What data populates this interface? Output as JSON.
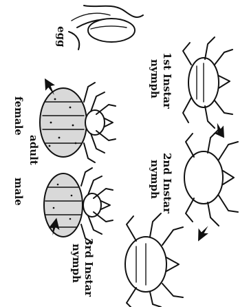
{
  "diagram": {
    "labels": {
      "egg": "egg",
      "first_instar_line1": "1st Instar",
      "first_instar_line2": "nymph",
      "second_instar_line1": "2nd Instar",
      "second_instar_line2": "nymph",
      "third_instar_line1": "3rd Instar",
      "third_instar_line2": "nymph",
      "adult": "adult",
      "female": "female",
      "male": "male"
    },
    "icons": [
      "egg-on-hair",
      "first-instar-nymph",
      "second-instar-nymph",
      "third-instar-nymph",
      "adult-male-louse",
      "adult-female-louse",
      "cycle-arrow"
    ],
    "colors": {
      "ink": "#111111",
      "background": "#ffffff",
      "stipple": "#d9d9d9"
    }
  }
}
